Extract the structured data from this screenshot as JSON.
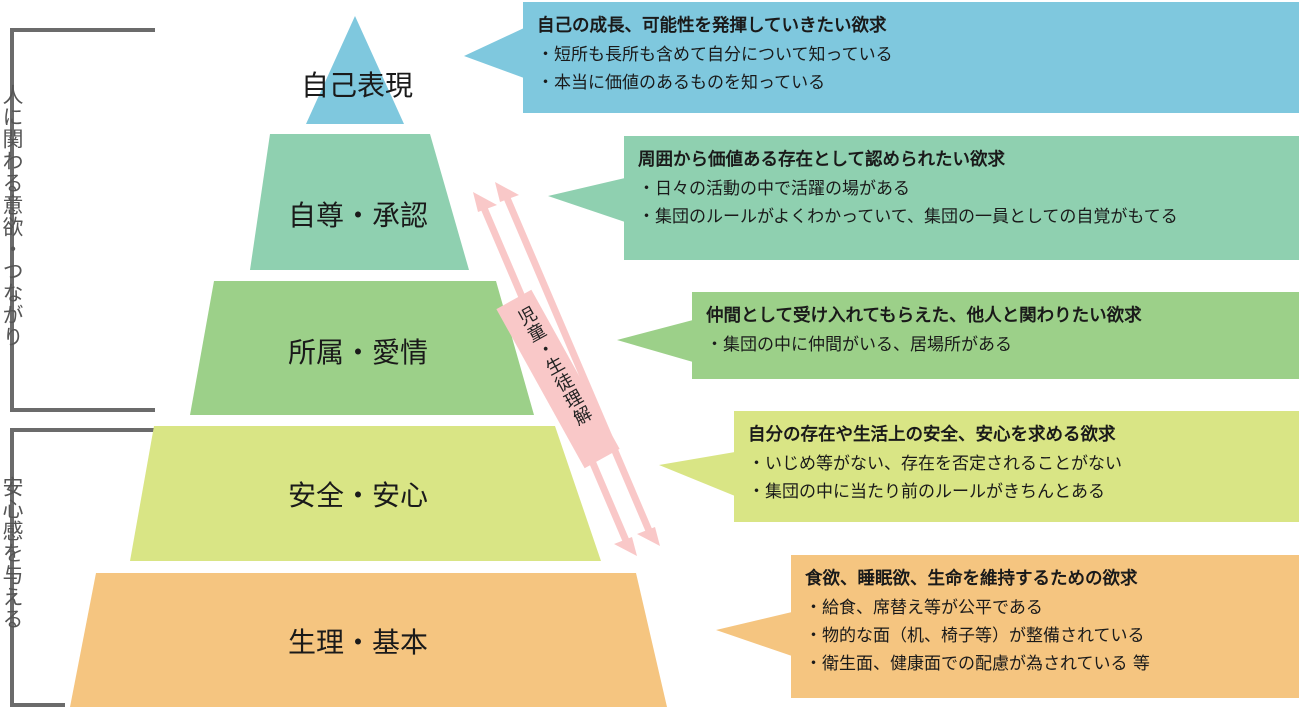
{
  "side_labels": {
    "upper": "人に関わる意欲・つながり",
    "lower": "安心感を与える"
  },
  "center_label": "児童・生徒理解",
  "levels": [
    {
      "name": "自己表現",
      "color": "#7fc8de",
      "title": "自己の成長、可能性を発揮していきたい欲求",
      "points": [
        "・短所も長所も含めて自分について知っている",
        "・本当に価値のあるものを知っている"
      ]
    },
    {
      "name": "自尊・承認",
      "color": "#8fd0b0",
      "title": "周囲から価値ある存在として認められたい欲求",
      "points": [
        "・日々の活動の中で活躍の場がある",
        "・集団のルールがよくわかっていて、集団の一員としての自覚がもてる"
      ]
    },
    {
      "name": "所属・愛情",
      "color": "#9cd089",
      "title": "仲間として受け入れてもらえた、他人と関わりたい欲求",
      "points": [
        "・集団の中に仲間がいる、居場所がある"
      ]
    },
    {
      "name": "安全・安心",
      "color": "#d9e585",
      "title": "自分の存在や生活上の安全、安心を求める欲求",
      "points": [
        "・いじめ等がない、存在を否定されることがない",
        "・集団の中に当たり前のルールがきちんとある"
      ]
    },
    {
      "name": "生理・基本",
      "color": "#f5c580",
      "title": "食欲、睡眠欲、生命を維持するための欲求",
      "points": [
        "・給食、席替え等が公平である",
        "・物的な面（机、椅子等）が整備されている",
        "・衛生面、健康面での配慮が為されている 等"
      ]
    }
  ],
  "accent_colors": {
    "bracket": "#6b6b6b",
    "arrow": "#f9c8c8",
    "center_label_bg": "#f9c8c8"
  }
}
